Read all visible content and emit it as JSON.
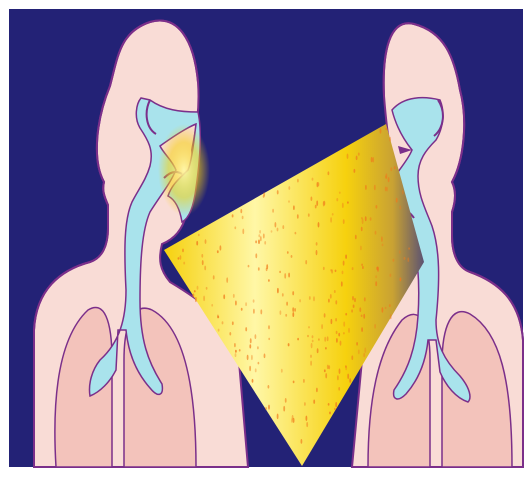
{
  "colors": {
    "background": "#232276",
    "frame": "#ffffff",
    "skin": "#f9dcd6",
    "lung": "#f3c3bb",
    "outline": "#7b2f8a",
    "airway": "#a9e3ec",
    "spray_light": "#fff7a6",
    "spray_mid": "#f6d10e",
    "spray_dark": "#c9a233",
    "spray_receiver": "#5b5272",
    "droplet": "#f07a1c"
  },
  "figures": [
    {
      "role": "source",
      "facing": "right"
    },
    {
      "role": "receiver",
      "facing": "left"
    }
  ],
  "spray": {
    "shape": "cone",
    "direction": "left-to-right"
  }
}
